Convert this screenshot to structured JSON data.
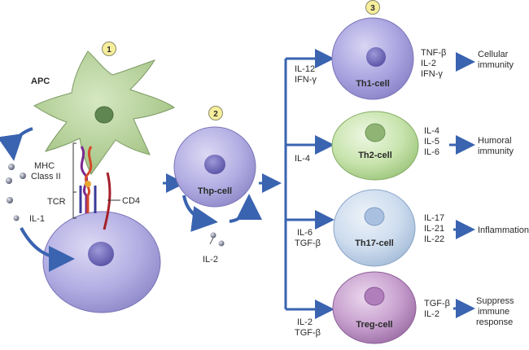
{
  "steps": [
    "1",
    "2",
    "3"
  ],
  "apc": {
    "label": "APC",
    "mhc_line1": "MHC",
    "mhc_line2": "Class II",
    "tcr": "TCR",
    "cd4": "CD4",
    "il1": "IL-1"
  },
  "thp": {
    "label": "Thp-cell",
    "il2": "IL-2"
  },
  "branches": [
    {
      "inputs": [
        "IL-12",
        "IFN-γ"
      ],
      "cell": "Th1-cell",
      "secretes": [
        "TNF-β",
        "IL-2",
        "IFN-γ"
      ],
      "outcome": [
        "Cellular",
        "immunity"
      ],
      "color": "#a8a3e0"
    },
    {
      "inputs": [
        "IL-4"
      ],
      "cell": "Th2-cell",
      "secretes": [
        "IL-4",
        "IL-5",
        "IL-6"
      ],
      "outcome": [
        "Humoral",
        "immunity"
      ],
      "color": "#bfe0a8"
    },
    {
      "inputs": [
        "IL-6",
        "TGF-β"
      ],
      "cell": "Th17-cell",
      "secretes": [
        "IL-17",
        "IL-21",
        "IL-22"
      ],
      "outcome": [
        "Inflammation"
      ],
      "color": "#c6d8ec"
    },
    {
      "inputs": [
        "IL-2",
        "TGF-β"
      ],
      "cell": "Treg-cell",
      "secretes": [
        "TGF-β",
        "IL-2"
      ],
      "outcome": [
        "Suppress",
        "immune",
        "response"
      ],
      "color": "#c9a3cf"
    }
  ],
  "colors": {
    "arrow": "#3a63b0",
    "badge": "#f7ee9c",
    "apc": "#a9c98c"
  }
}
